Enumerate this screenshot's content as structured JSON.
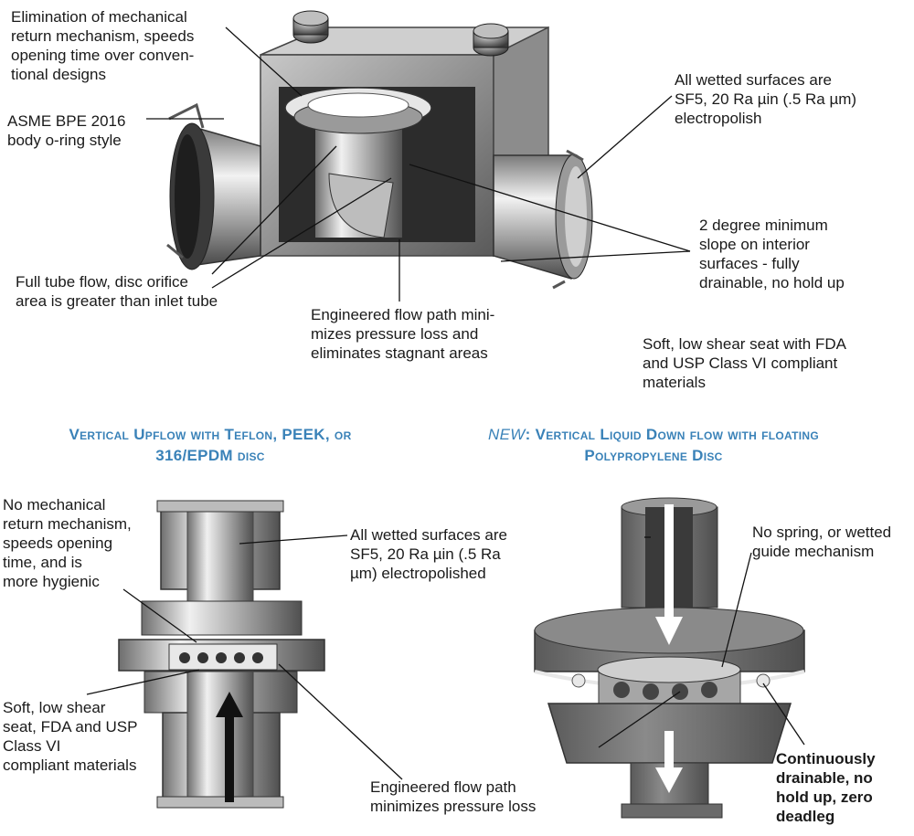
{
  "top_callouts": {
    "elimination": "Elimination of mechanical\nreturn mechanism, speeds\nopening time over conven-\ntional designs",
    "asme": "ASME BPE 2016\nbody o-ring style",
    "wetted": "All wetted surfaces are\nSF5, 20 Ra µin (.5 Ra µm)\nelectropolish",
    "slope": "2 degree minimum\nslope on interior\nsurfaces - fully\ndrainable, no hold up",
    "full_tube": "Full tube flow, disc orifice\narea is greater than inlet tube",
    "engineered": "Engineered flow path mini-\nmizes pressure loss and\neliminates stagnant areas",
    "soft_seat": "Soft, low shear seat with FDA\nand USP Class VI compliant\nmaterials"
  },
  "headings": {
    "left": "Vertical Upflow with Teflon, PEEK, or\n316/EPDM disc",
    "right_prefix": "NEW",
    "right_rest": ": Vertical Liquid Down flow with floating\nPolypropylene Disc"
  },
  "bottom_left": {
    "no_mech": "No mechanical\nreturn mechanism,\nspeeds opening\ntime, and is\nmore hygienic",
    "wetted": "All wetted surfaces are\nSF5, 20 Ra µin (.5 Ra\nµm) electropolished",
    "soft_seat": "Soft, low shear\nseat, FDA and USP\nClass VI\ncompliant materials",
    "engineered": "Engineered flow path\nminimizes pressure loss"
  },
  "bottom_right": {
    "no_spring": "No spring, or wetted\nguide mechanism",
    "drainable": "Continuously\ndrainable, no\nhold up, zero\ndeadleg"
  },
  "colors": {
    "heading": "#3a82b8",
    "metal_dark": "#3c3c3c",
    "metal_light": "#d8d8d8",
    "grey_body": "#6a6a6a"
  }
}
